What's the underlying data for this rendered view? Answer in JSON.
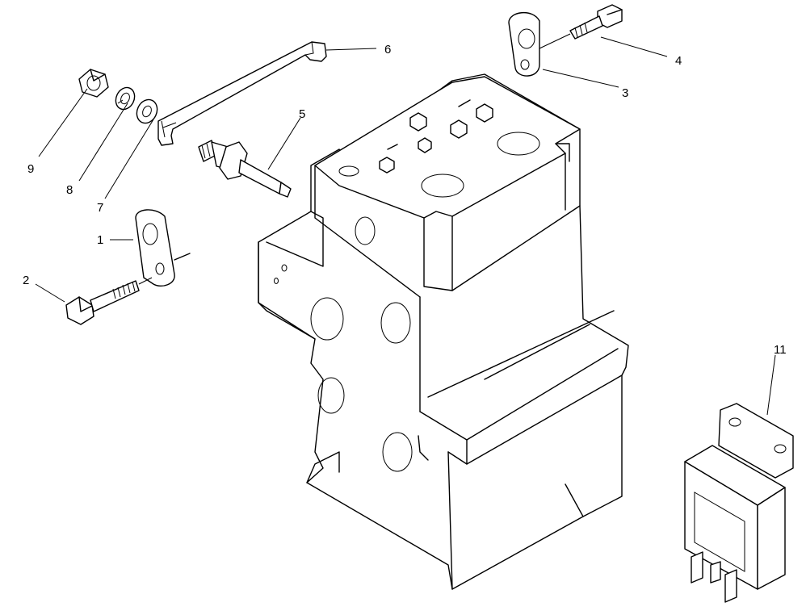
{
  "callouts": {
    "c1": "1",
    "c2": "2",
    "c3": "3",
    "c4": "4",
    "c5": "5",
    "c6": "6",
    "c7": "7",
    "c8": "8",
    "c9": "9",
    "c11": "11"
  },
  "parts": {
    "engine_block": "engine-block-icon",
    "bracket_1": "bracket-icon",
    "bolt_2": "bolt-icon",
    "bracket_3": "bracket-icon",
    "bolt_4": "bolt-icon",
    "sensor_5": "sensor-stud-icon",
    "strap_6": "strap-plate-icon",
    "washer_7": "flat-washer-icon",
    "washer_8": "lock-washer-icon",
    "nut_9": "hex-nut-icon",
    "relay_11": "relay-icon"
  }
}
